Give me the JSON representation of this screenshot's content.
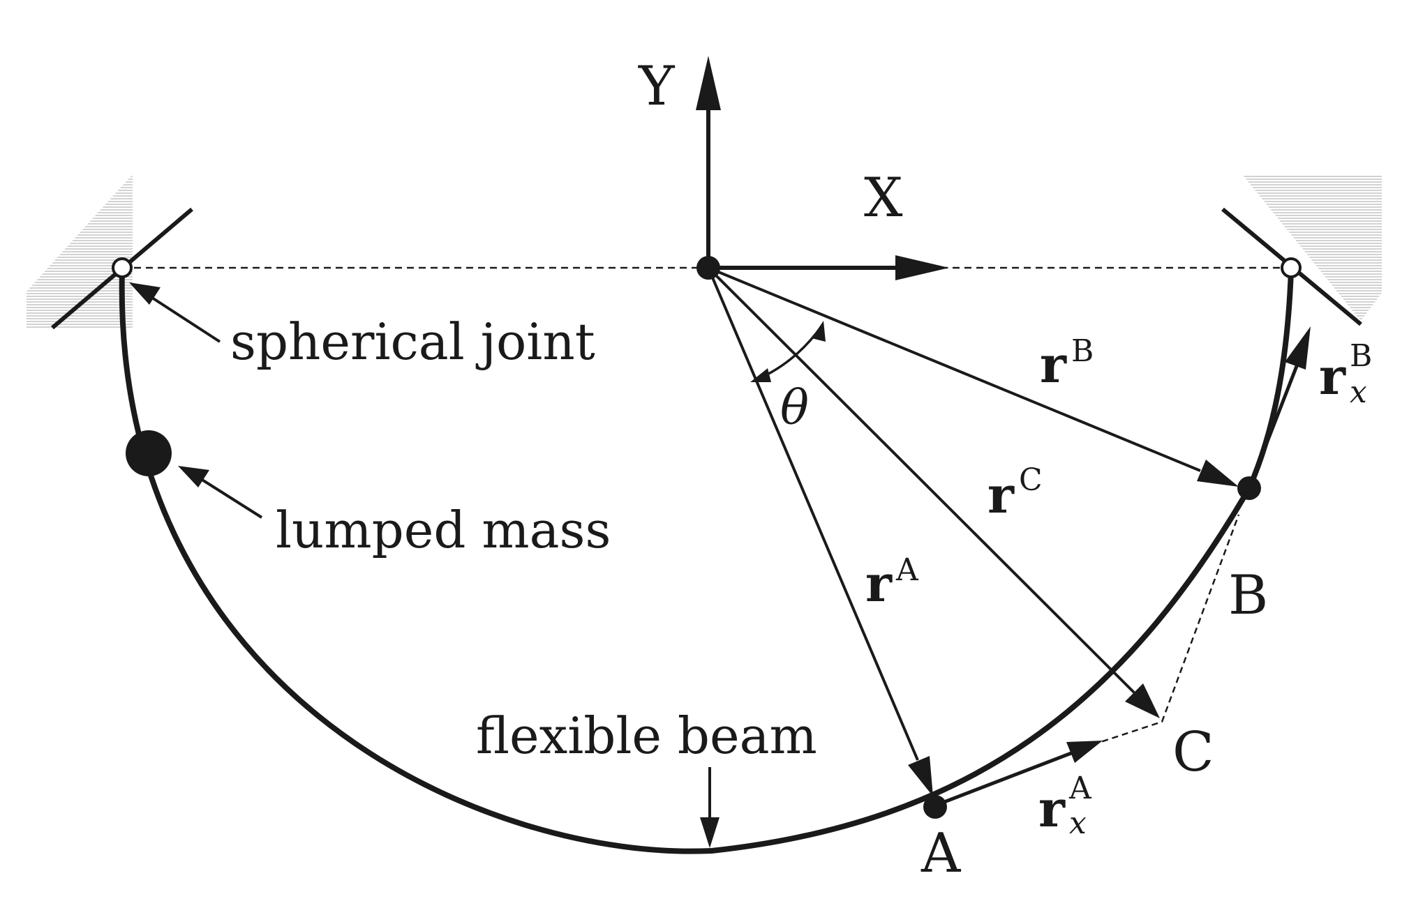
{
  "axes": {
    "x_label": "X",
    "y_label": "Y"
  },
  "annotations": {
    "spherical_joint": "spherical joint",
    "lumped_mass": "lumped mass",
    "flexible_beam": "flexible beam"
  },
  "points": {
    "a": "A",
    "b": "B",
    "c": "C"
  },
  "angle_label": "θ",
  "vectors": {
    "r": "r",
    "a_sup": "A",
    "b_sup": "B",
    "c_sup": "C",
    "x_sub": "x"
  },
  "colors": {
    "ink": "#1a1a1a",
    "hatch": "#bdbdbd"
  }
}
